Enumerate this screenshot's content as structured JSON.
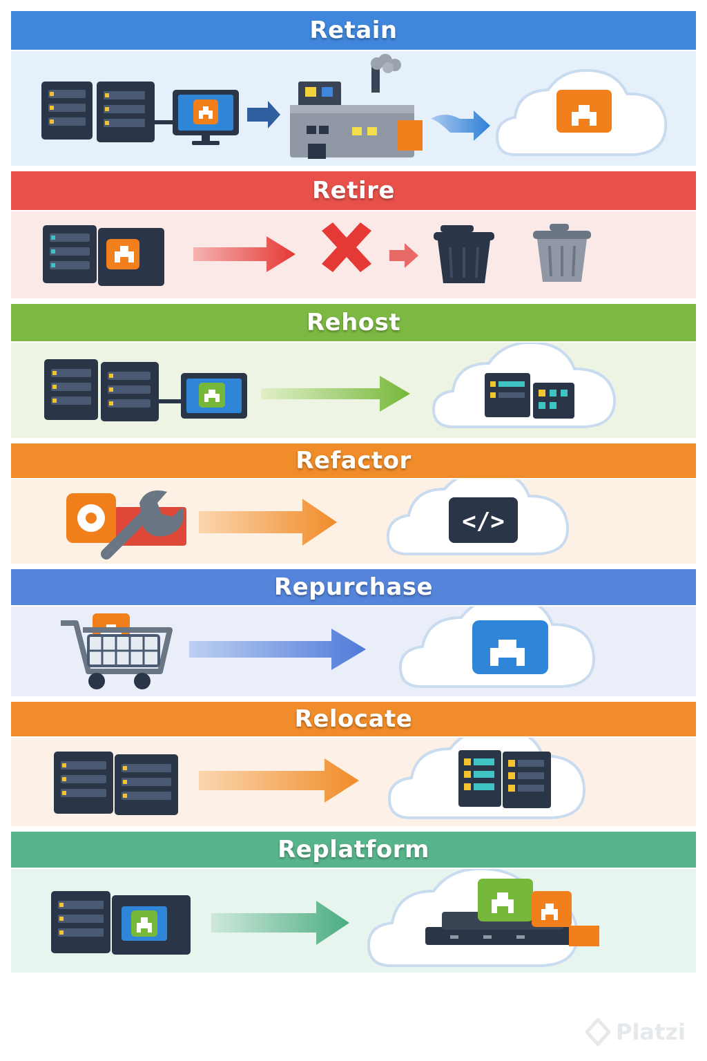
{
  "sections": [
    {
      "title": "Retain",
      "color": "#3f86dc",
      "panel": "#e5f0fb"
    },
    {
      "title": "Retire",
      "color": "#e8504a",
      "panel": "#fbe9e8"
    },
    {
      "title": "Rehost",
      "color": "#7db842",
      "panel": "#eef4e4"
    },
    {
      "title": "Refactor",
      "color": "#f08c2a",
      "panel": "#fdf0e4"
    },
    {
      "title": "Repurchase",
      "color": "#5585da",
      "panel": "#e9eef9"
    },
    {
      "title": "Relocate",
      "color": "#f08c2a",
      "panel": "#fdf0e6"
    },
    {
      "title": "Replatform",
      "color": "#58b48a",
      "panel": "#e8f4ee"
    }
  ],
  "code_symbol": "</>",
  "watermark": {
    "brand": "Platzi",
    "color": "#e6e9ec"
  },
  "icon_colors": {
    "server": "#2b3548",
    "app_orange": "#f07f1c",
    "app_green": "#76b83a",
    "app_blue": "#2f86d8",
    "cloud": "#ffffff",
    "delete_x": "#e53935"
  }
}
